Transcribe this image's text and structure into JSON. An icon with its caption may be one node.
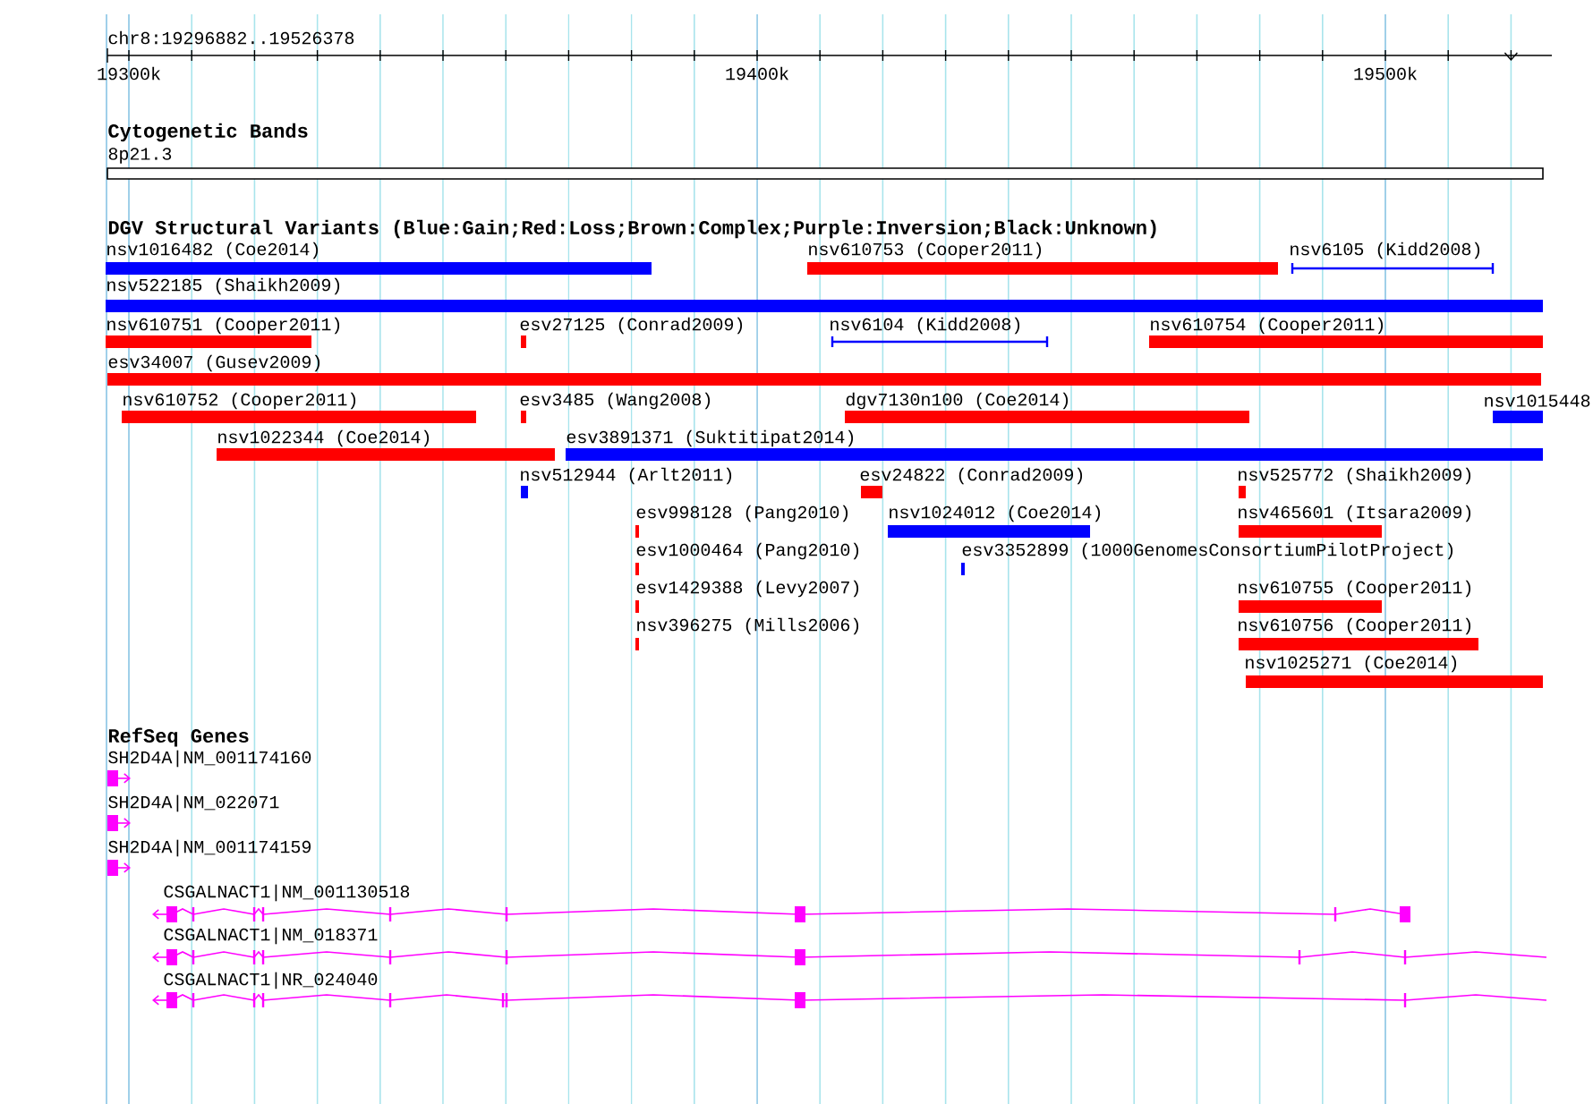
{
  "diagram": {
    "title": "chr8:19296882..19526378",
    "nodes": [
      {
        "text": [
          "nsv1016482 (Coe2014)"
        ]
      },
      {
        "text": [
          "nsv610753 (Cooper2011)"
        ]
      },
      {
        "text": [
          "nsv6105 (Kidd2008)"
        ]
      },
      {
        "text": [
          "nsv522185 (Shaikh2009)"
        ]
      },
      {
        "text": [
          "nsv610751 (Cooper2011)"
        ]
      },
      {
        "text": [
          "esv27125 (Conrad2009)"
        ]
      },
      {
        "text": [
          "nsv6104 (Kidd2008)"
        ]
      },
      {
        "text": [
          "nsv610754 (Cooper2011)"
        ]
      },
      {
        "text": [
          "esv34007 (Gusev2009)"
        ]
      },
      {
        "text": [
          "nsv610752 (Cooper2011)"
        ]
      },
      {
        "text": [
          "esv3485 (Wang2008)"
        ]
      },
      {
        "text": [
          "dgv7130n100 (Coe2014)"
        ]
      },
      {
        "text": [
          "nsv1015448"
        ]
      },
      {
        "text": [
          "nsv1022344 (Coe2014)"
        ]
      },
      {
        "text": [
          "esv3891371 (Suktitipat2014)"
        ]
      },
      {
        "text": [
          "nsv512944 (Arlt2011)"
        ]
      },
      {
        "text": [
          "esv24822 (Conrad2009)"
        ]
      },
      {
        "text": [
          "nsv525772 (Shaikh2009)"
        ]
      },
      {
        "text": [
          "esv998128 (Pang2010)"
        ]
      },
      {
        "text": [
          "nsv1024012 (Coe2014)"
        ]
      },
      {
        "text": [
          "nsv465601 (Itsara2009)"
        ]
      },
      {
        "text": [
          "esv1000464 (Pang2010)"
        ]
      },
      {
        "text": [
          "esv3352899 (1000GenomesConsortiumPilotProject)"
        ]
      },
      {
        "text": [
          "esv1429388 (Levy2007)"
        ]
      },
      {
        "text": [
          "nsv610755 (Cooper2011)"
        ]
      },
      {
        "text": [
          "nsv396275 (Mills2006)"
        ]
      },
      {
        "text": [
          "nsv610756 (Cooper2011)"
        ]
      },
      {
        "text": [
          "nsv1025271 (Coe2014)"
        ]
      },
      {
        "text": [
          "SH2D4A|NM_001174160"
        ]
      },
      {
        "text": [
          "SH2D4A|NM_022071"
        ]
      },
      {
        "text": [
          "SH2D4A|NM_001174159"
        ]
      },
      {
        "text": [
          "CSGALNACT1|NM_001130518"
        ]
      },
      {
        "text": [
          "CSGALNACT1|NM_018371"
        ]
      },
      {
        "text": [
          "CSGALNACT1|NR_024040"
        ]
      }
    ],
    "labels": [
      "19300k",
      "19400k",
      "19500k",
      "Cytogenetic Bands",
      "8p21.3",
      "DGV Structural Variants (Blue:Gain;Red:Loss;Brown:Complex;Purple:Inversion;Black:Unknown)",
      "RefSeq Genes"
    ]
  }
}
